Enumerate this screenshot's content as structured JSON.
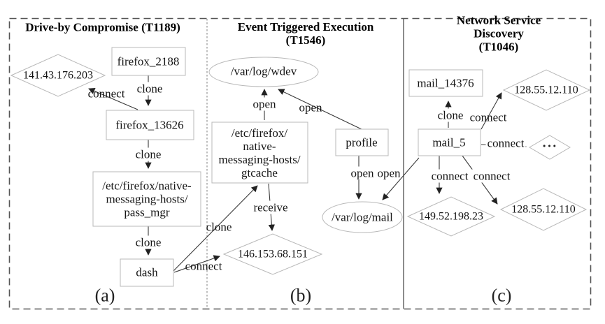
{
  "panels": [
    {
      "title": "Drive-by Compromise (T1189)",
      "caption": "(a)",
      "nodes": {
        "ip1": "141.43.176.203",
        "firefox_2188": "firefox_2188",
        "firefox_13626": "firefox_13626",
        "pass_mgr": "/etc/firefox/native-\nmessaging-hosts/\npass_mgr",
        "dash": "dash"
      },
      "edges": {
        "clone1": "clone",
        "connect1": "connect",
        "clone2": "clone",
        "clone3": "clone"
      }
    },
    {
      "title": "Event Triggered Execution\n(T1546)",
      "caption": "(b)",
      "nodes": {
        "wdev": "/var/log/wdev",
        "gtcache": "/etc/firefox/\nnative-\nmessaging-hosts/\ngtcache",
        "profile": "profile",
        "mail_log": "/var/log/mail",
        "ip146": "146.153.68.151"
      },
      "edges": {
        "open1": "open",
        "open2": "open",
        "clone": "clone",
        "receive": "receive",
        "connect": "connect",
        "open3": "open",
        "open4": "open"
      }
    },
    {
      "title": "Network Service Discovery\n(T1046)",
      "caption": "(c)",
      "nodes": {
        "mail_14376": "mail_14376",
        "ip128_top": "128.55.12.110",
        "mail_5": "mail_5",
        "dots": "···",
        "ip149": "149.52.198.23",
        "ip128_bottom": "128.55.12.110"
      },
      "edges": {
        "clone": "clone",
        "connect_top": "connect",
        "connect_mid": "connect",
        "connect_left": "connect",
        "connect_right": "connect"
      }
    }
  ]
}
